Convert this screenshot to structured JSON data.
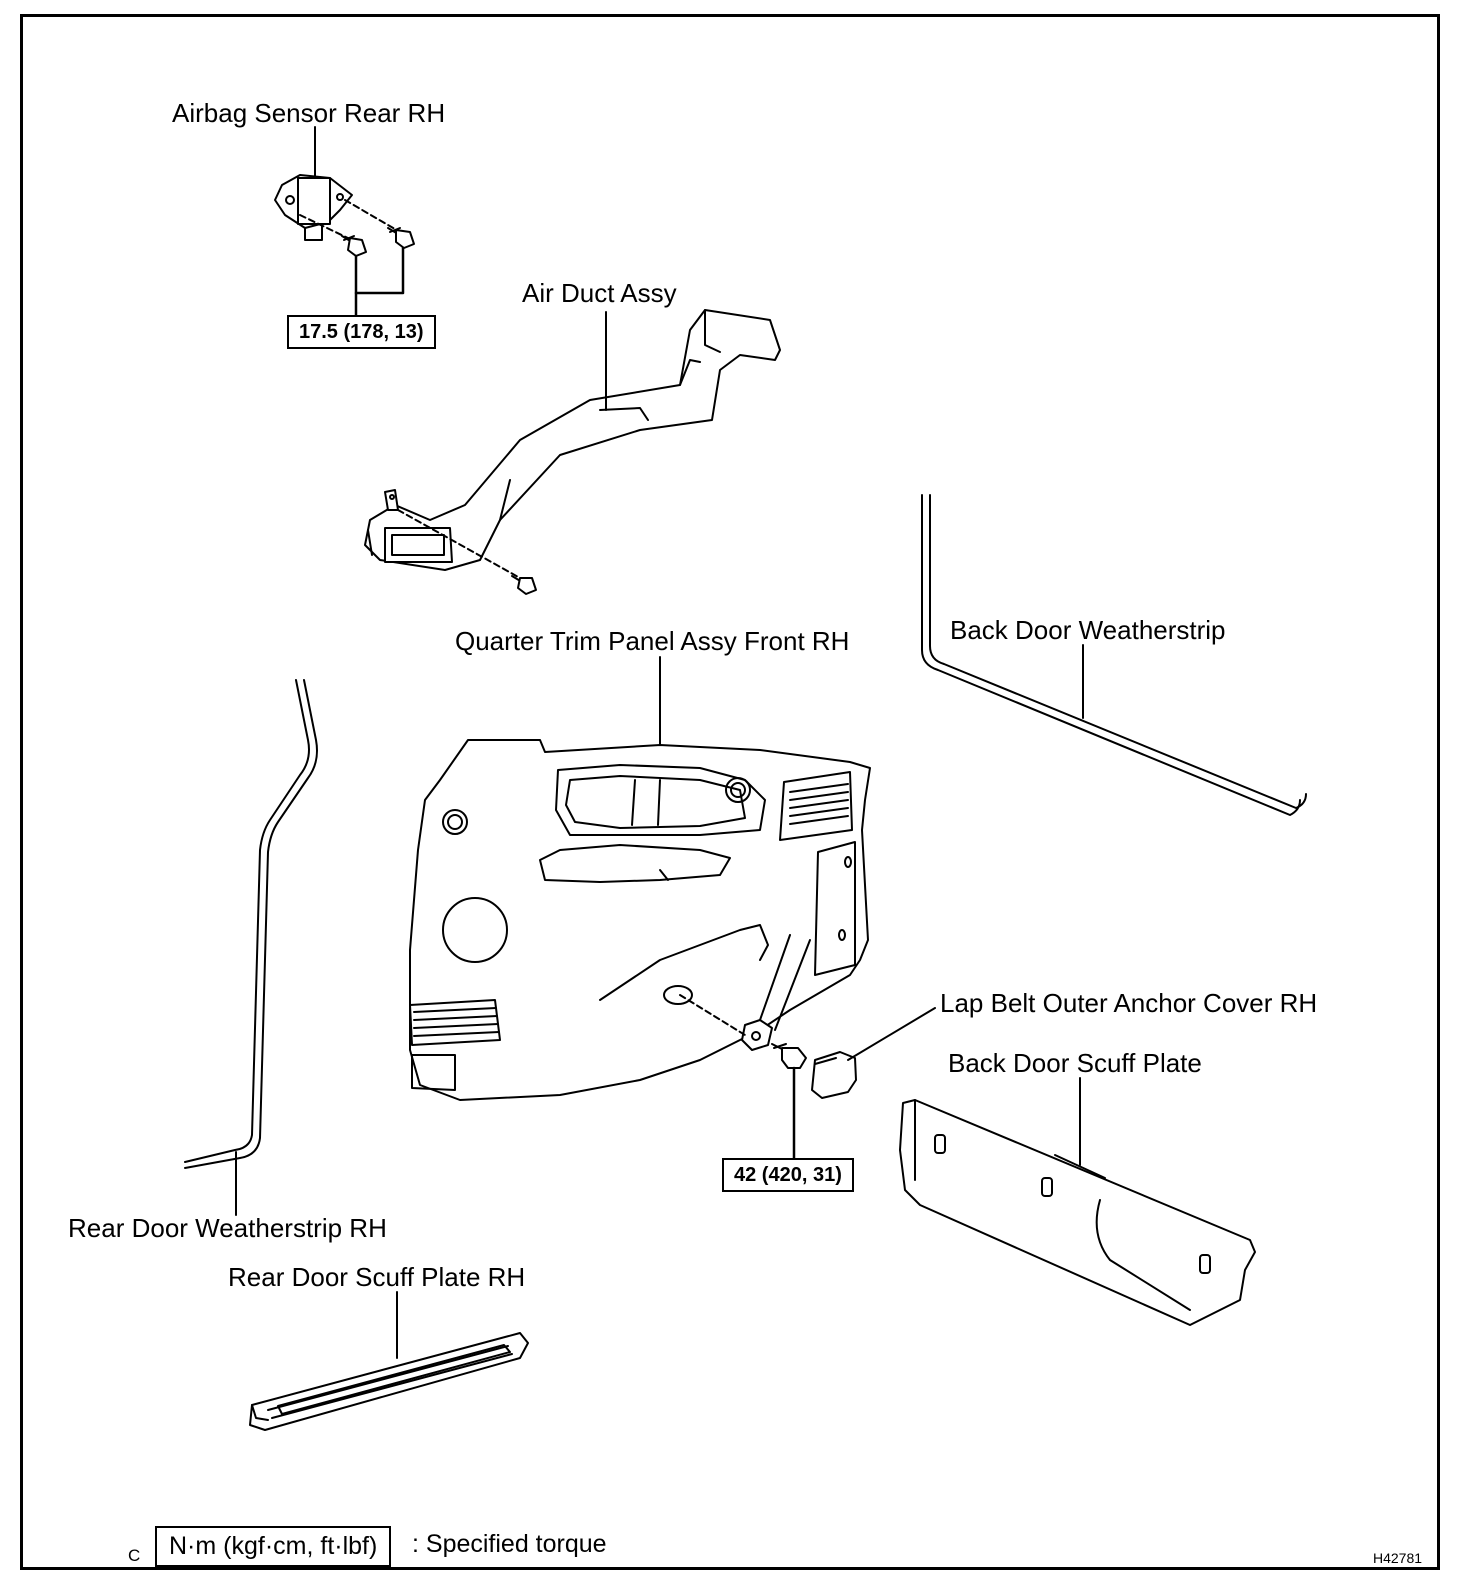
{
  "labels": {
    "airbag_sensor": "Airbag Sensor Rear RH",
    "air_duct": "Air Duct Assy",
    "back_door_weatherstrip": "Back Door Weatherstrip",
    "quarter_trim": "Quarter Trim Panel Assy Front RH",
    "lap_belt_cover": "Lap Belt Outer Anchor Cover RH",
    "back_door_scuff": "Back Door Scuff Plate",
    "rear_door_weatherstrip": "Rear Door Weatherstrip RH",
    "rear_door_scuff": "Rear Door Scuff Plate RH"
  },
  "torque_specs": {
    "airbag_bolts": "17.5 (178, 13)",
    "anchor_bolt": "42 (420, 31)"
  },
  "legend": {
    "unit_box": "N·m (kgf·cm, ft·lbf)",
    "description": ": Specified torque",
    "corner_letter": "C"
  },
  "figure_code": "H42781"
}
